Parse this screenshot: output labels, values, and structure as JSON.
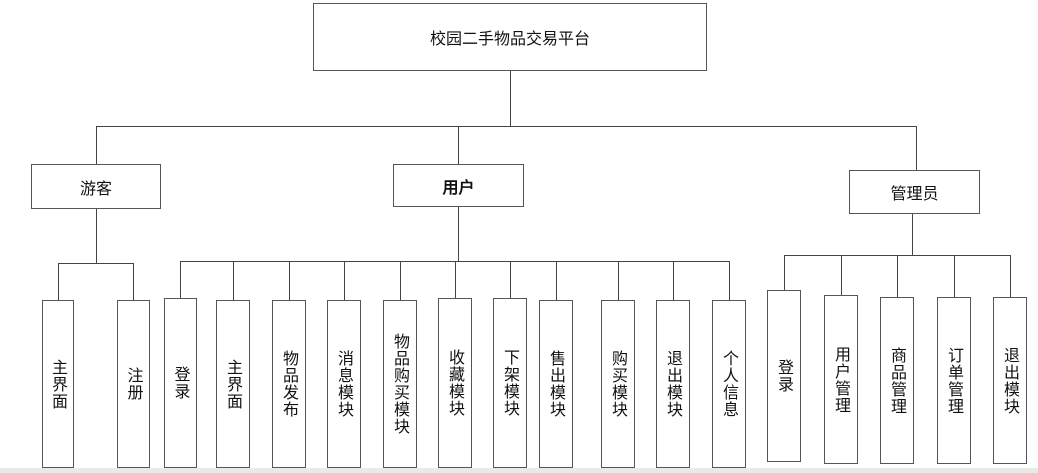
{
  "root": {
    "label": "校园二手物品交易平台"
  },
  "roles": {
    "guest": {
      "label": "游客",
      "modules": [
        "主界面",
        "注册"
      ]
    },
    "user": {
      "label": "用户",
      "modules": [
        "登录",
        "主界面",
        "物品发布",
        "消息模块",
        "物品购买模块",
        "收藏模块",
        "下架模块",
        "售出模块",
        "购买模块",
        "退出模块",
        "个人信息"
      ]
    },
    "admin": {
      "label": "管理员",
      "modules": [
        "登录",
        "用户管理",
        "商品管理",
        "订单管理",
        "退出模块"
      ]
    }
  }
}
